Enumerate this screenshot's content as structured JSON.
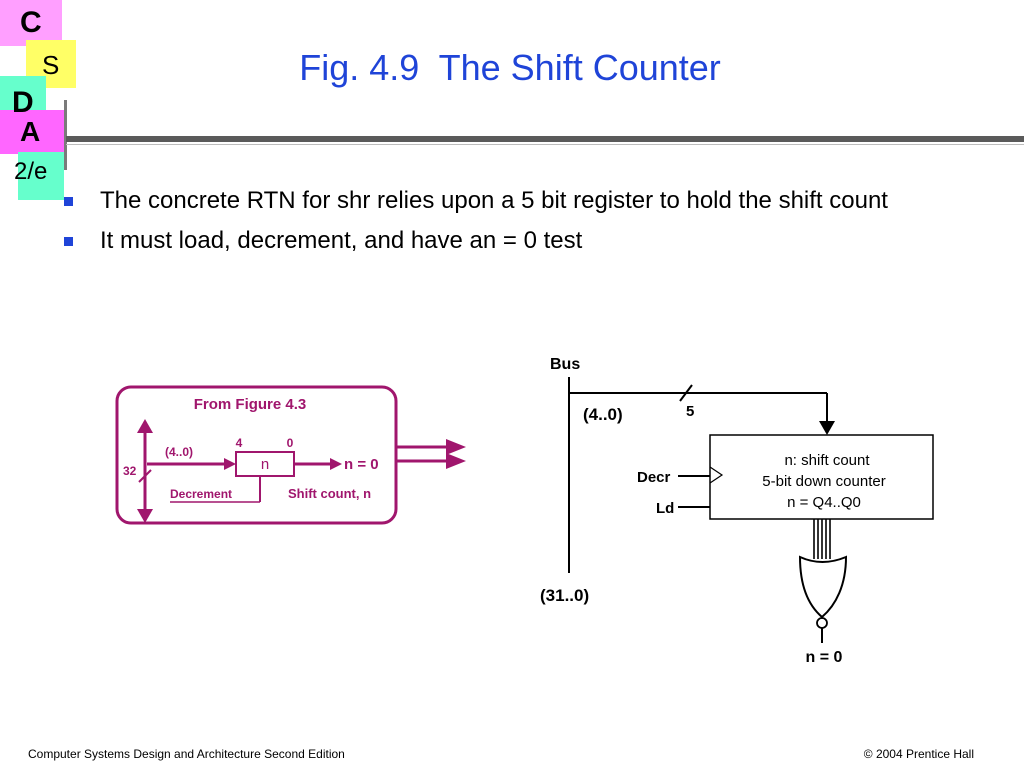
{
  "logo": {
    "letters": [
      "C",
      "S",
      "D",
      "A"
    ],
    "edition": "2/e",
    "colors": {
      "c": "#ff9fff",
      "s": "#ffff66",
      "d": "#66ffcc",
      "a": "#ff66ff"
    }
  },
  "title": "Fig. 4.9  The Shift Counter",
  "bullets": [
    "The concrete RTN for shr  relies upon  a 5 bit register to hold the shift count",
    "It must load, decrement, and have an  = 0 test"
  ],
  "left_diagram": {
    "title": "From Figure 4.3",
    "range_label": "(4..0)",
    "bit_high": "4",
    "bit_low": "0",
    "width_label": "32",
    "register_label": "n",
    "output_label": "n = 0",
    "decrement_label": "Decrement",
    "shift_label": "Shift count, n",
    "accent_color": "#a0166d"
  },
  "right_diagram": {
    "bus_label": "Bus",
    "range_label": "(4..0)",
    "width_label": "5",
    "box_lines": [
      "n: shift count",
      "5-bit down counter",
      "n = Q4..Q0"
    ],
    "decr_label": "Decr",
    "ld_label": "Ld",
    "bus_range_label": "(31..0)",
    "output_label": "n = 0"
  },
  "footer": {
    "left": "Computer Systems Design and Architecture Second Edition",
    "right": "© 2004 Prentice Hall"
  }
}
